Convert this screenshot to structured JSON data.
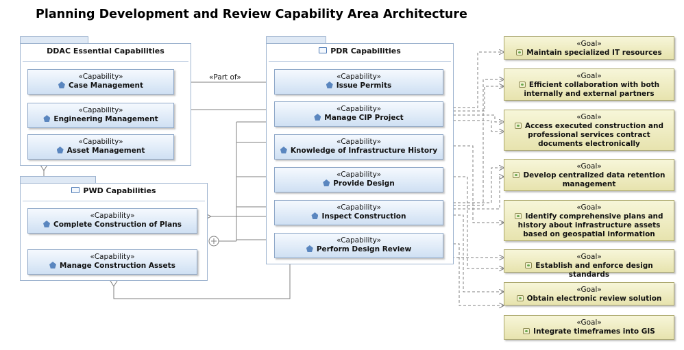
{
  "diagram": {
    "title": "Planning Development and Review Capability Area Architecture",
    "capability_stereotype": "«Capability»",
    "goal_stereotype": "«Goal»",
    "part_of_label": "«Part of»",
    "packages": {
      "ddac": {
        "title": "DDAC Essential Capabilities",
        "capabilities": [
          "Case Management",
          "Engineering Management",
          "Asset Management"
        ]
      },
      "pwd": {
        "title": "PWD Capabilities",
        "capabilities": [
          "Complete Construction of Plans",
          "Manage Construction Assets"
        ]
      },
      "pdr": {
        "title": "PDR Capabilities",
        "capabilities": [
          "Issue Permits",
          "Manage CIP Project",
          "Knowledge of Infrastructure History",
          "Provide Design",
          "Inspect Construction",
          "Perform Design Review"
        ]
      }
    },
    "goals": [
      "Maintain specialized IT resources",
      "Efficient collaboration with both internally and external partners",
      "Access executed construction and professional services contract documents electronically",
      "Develop centralized data retention management",
      "Identify comprehensive plans and history about infrastructure assets based on geospatial information",
      "Establish and enforce design standards",
      "Obtain electronic review solution",
      "Integrate timeframes into GIS"
    ],
    "colors": {
      "capability_fill": "#dbe7f6",
      "goal_fill": "#ecebb8",
      "package_border": "#9db3cf",
      "connector": "#7f7f7f"
    },
    "icons": [
      "folder-icon",
      "capability-icon",
      "goal-icon"
    ]
  }
}
